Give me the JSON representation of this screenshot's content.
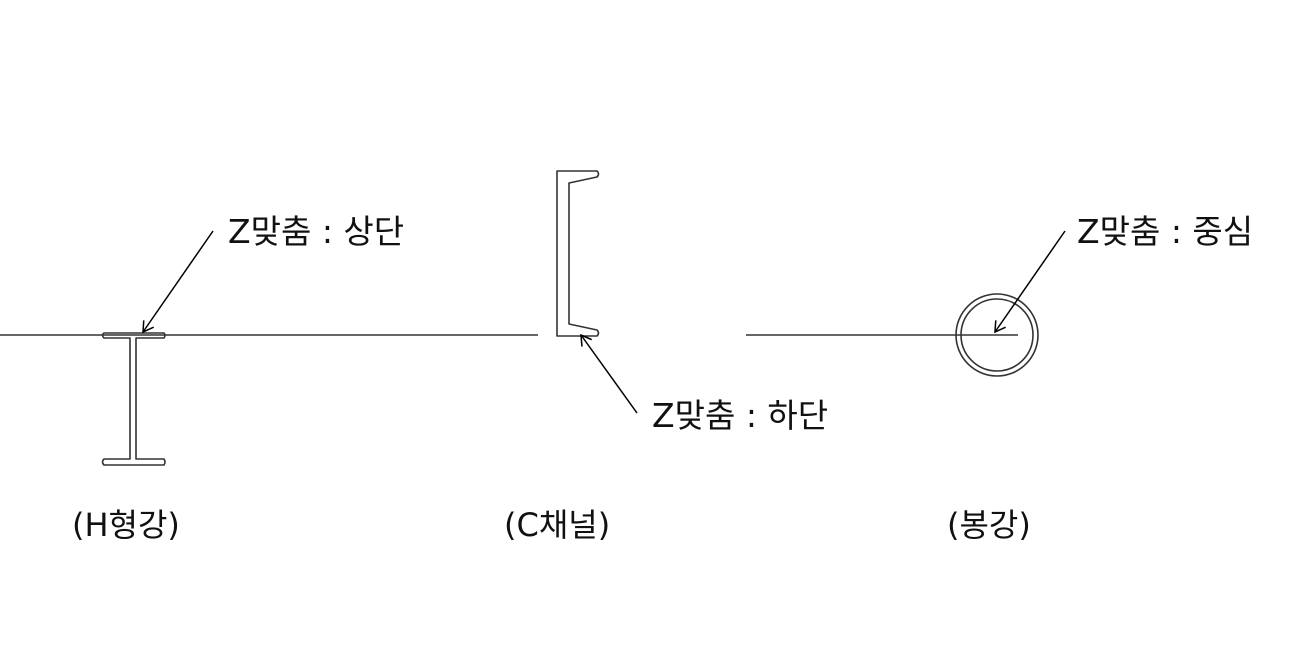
{
  "labels": {
    "h_align": "Z맞춤 : 상단",
    "c_align": "Z맞춤 : 하단",
    "pipe_align": "Z맞춤 : 중심"
  },
  "captions": {
    "h_beam": "(H형강)",
    "c_channel": "(C채널)",
    "pipe": "(봉강)"
  },
  "colors": {
    "stroke": "#333333",
    "text": "#111111",
    "background": "#ffffff"
  }
}
